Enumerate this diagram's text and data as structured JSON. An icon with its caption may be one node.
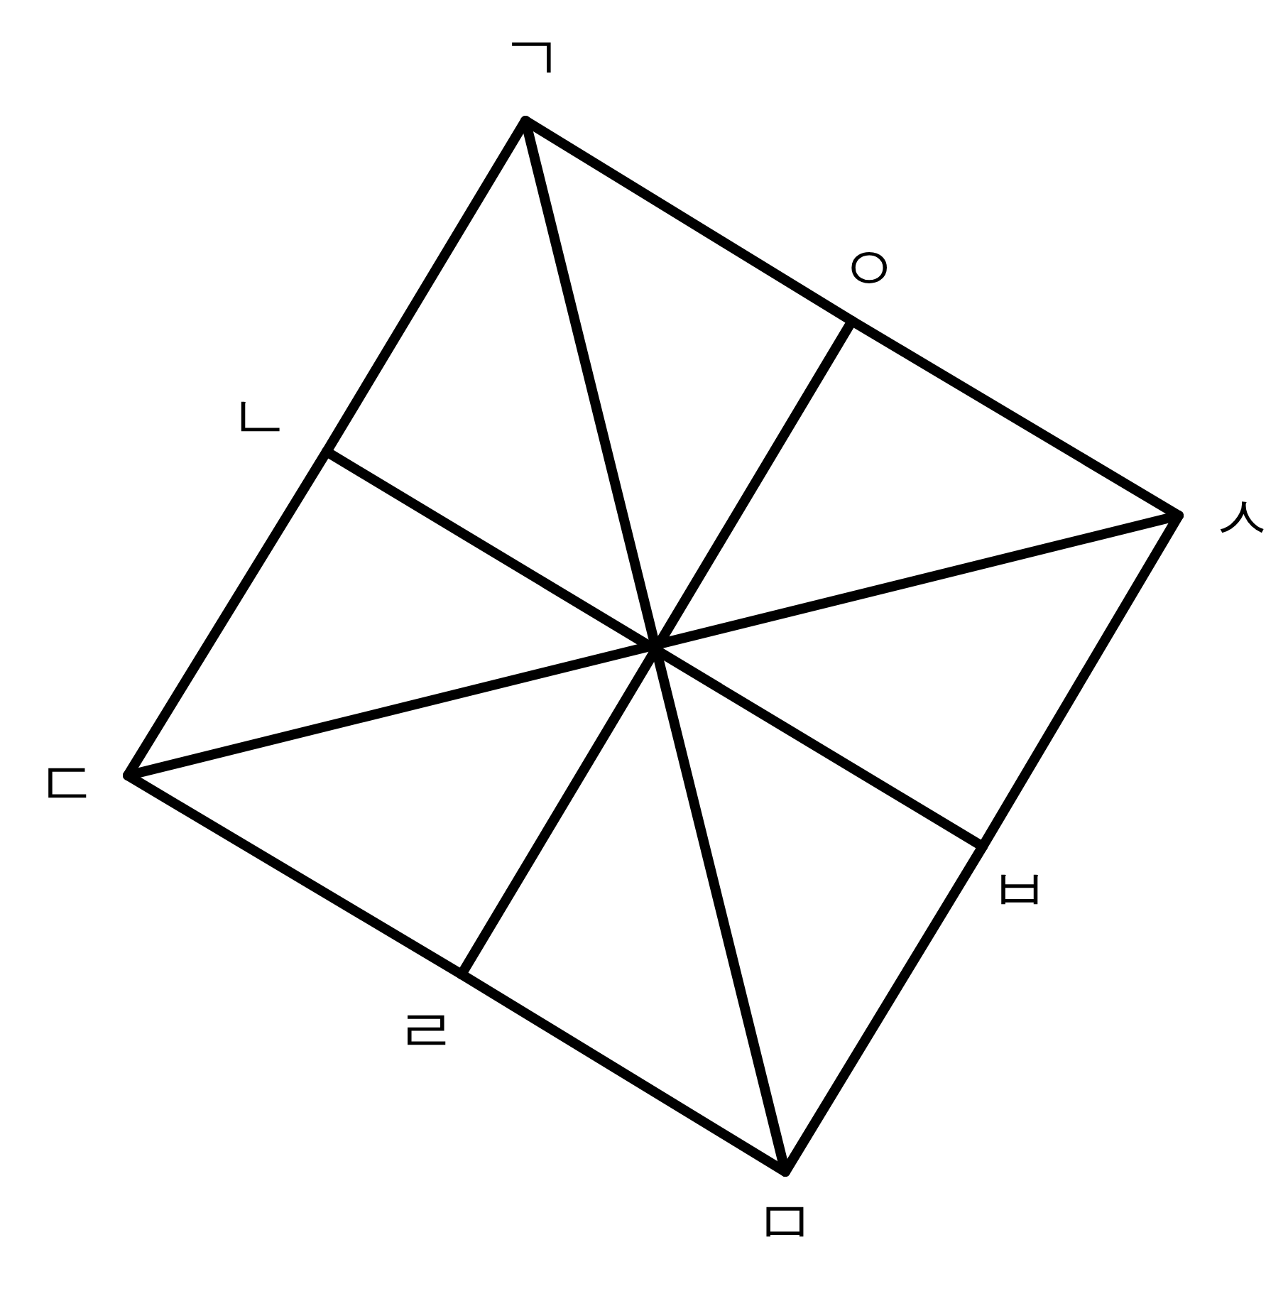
{
  "diagram": {
    "nodes": [
      {
        "text": [
          "ㄱ"
        ]
      },
      {
        "text": [
          "ㅇ"
        ]
      },
      {
        "text": [
          "ㅅ"
        ]
      },
      {
        "text": [
          "ㅂ"
        ]
      },
      {
        "text": [
          "ㅁ"
        ]
      },
      {
        "text": [
          "ㄹ"
        ]
      },
      {
        "text": [
          "ㄷ"
        ]
      },
      {
        "text": [
          "ㄴ"
        ]
      }
    ],
    "edges": [
      {
        "from": 0,
        "to": 1,
        "arrow": "none"
      },
      {
        "from": 1,
        "to": 2,
        "arrow": "none"
      },
      {
        "from": 2,
        "to": 3,
        "arrow": "none"
      },
      {
        "from": 3,
        "to": 4,
        "arrow": "none"
      },
      {
        "from": 4,
        "to": 5,
        "arrow": "none"
      },
      {
        "from": 5,
        "to": 6,
        "arrow": "none"
      },
      {
        "from": 6,
        "to": 7,
        "arrow": "none"
      },
      {
        "from": 7,
        "to": 0,
        "arrow": "none"
      },
      {
        "from": 0,
        "to": 4,
        "arrow": "none"
      },
      {
        "from": 7,
        "to": 3,
        "arrow": "none"
      },
      {
        "from": 6,
        "to": 2,
        "arrow": "none"
      },
      {
        "from": 1,
        "to": 5,
        "arrow": "none"
      }
    ]
  }
}
